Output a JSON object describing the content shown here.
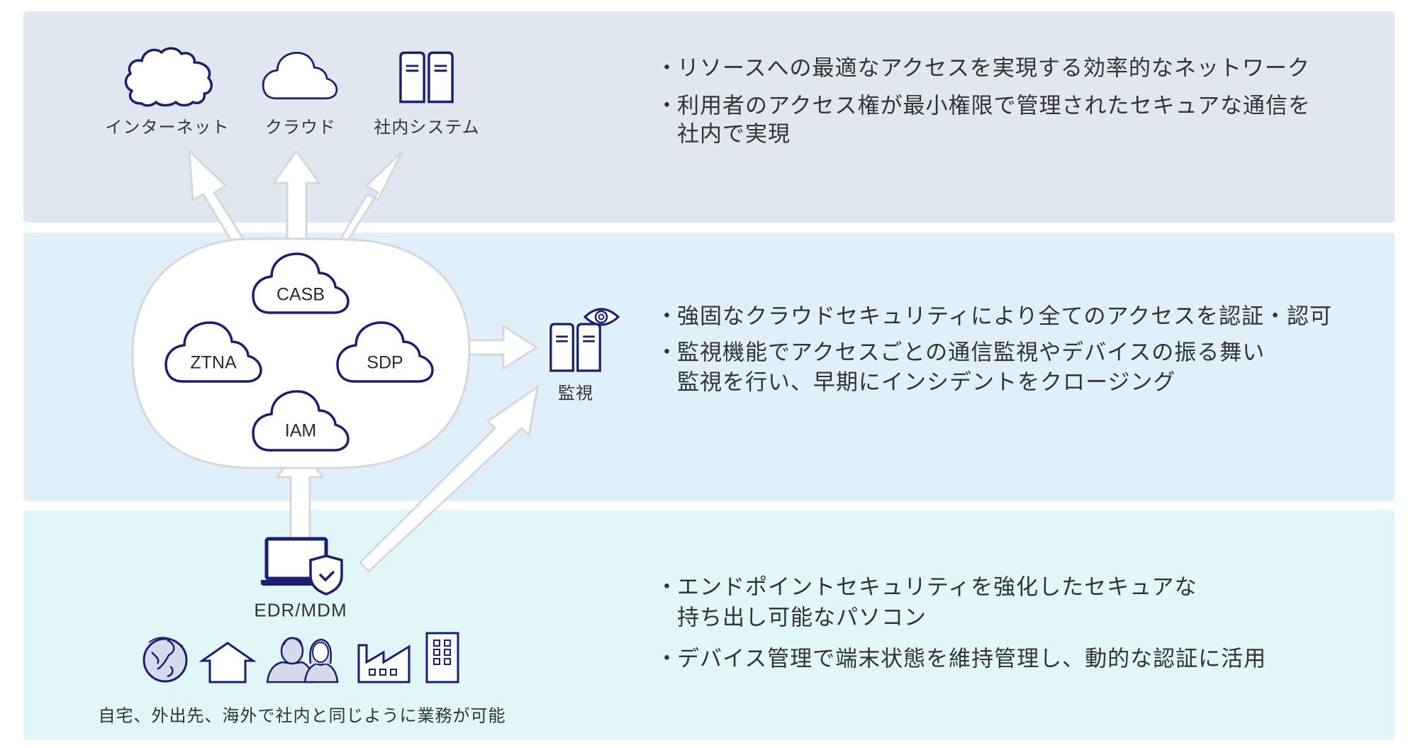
{
  "colors": {
    "panel_top": "#e1e7f1",
    "panel_mid": "#dff0fa",
    "panel_bot": "#e0f6f9",
    "icon_stroke": "#1a1f6e",
    "arrow_fill": "#ffffff",
    "arrow_outline": "#d6d8dc",
    "text": "#333333"
  },
  "top": {
    "resources": [
      {
        "icon": "internet-cloud-icon",
        "label": "インターネット"
      },
      {
        "icon": "cloud-icon",
        "label": "クラウド"
      },
      {
        "icon": "server-icon",
        "label": "社内システム"
      }
    ],
    "bullets": [
      {
        "bullet": "・",
        "lines": [
          "リソースへの最適なアクセスを実現する効率的なネットワーク"
        ]
      },
      {
        "bullet": "・",
        "lines": [
          "利用者のアクセス権が最小権限で管理されたセキュアな通信を",
          "社内で実現"
        ]
      }
    ]
  },
  "middle": {
    "security_services": [
      "CASB",
      "ZTNA",
      "SDP",
      "IAM"
    ],
    "monitor": {
      "icon": "monitoring-server-eye-icon",
      "label": "監視"
    },
    "bullets": [
      {
        "bullet": "・",
        "lines": [
          "強固なクラウドセキュリティにより全てのアクセスを認証・認可"
        ]
      },
      {
        "bullet": "・",
        "lines": [
          "監視機能でアクセスごとの通信監視やデバイスの振る舞い",
          "監視を行い、早期にインシデントをクロージング"
        ]
      }
    ]
  },
  "bottom": {
    "endpoint": {
      "icon": "laptop-shield-icon",
      "label": "EDR/MDM"
    },
    "locations": [
      "globe-icon",
      "house-icon",
      "people-icon",
      "factory-icon",
      "office-building-icon"
    ],
    "caption": "自宅、外出先、海外で社内と同じように業務が可能",
    "bullets": [
      {
        "bullet": "・",
        "lines": [
          "エンドポイントセキュリティを強化したセキュアな",
          "持ち出し可能なパソコン"
        ]
      },
      {
        "bullet": "・",
        "lines": [
          "デバイス管理で端末状態を維持管理し、動的な認証に活用"
        ]
      }
    ]
  }
}
